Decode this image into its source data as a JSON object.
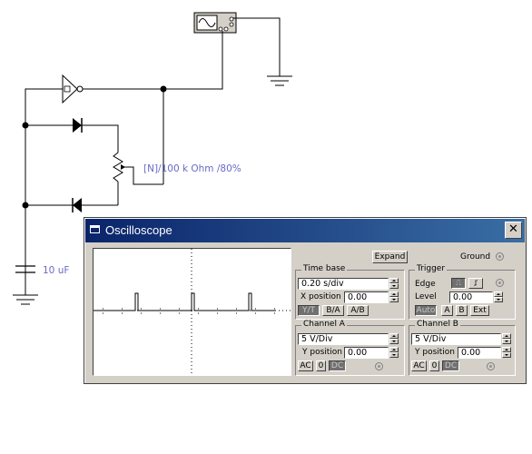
{
  "schematic": {
    "potentiometer_label": "[N]/100 k Ohm /80%",
    "capacitor_label": "10 uF"
  },
  "window": {
    "title": "Oscilloscope",
    "close_glyph": "✕",
    "expand_label": "Expand",
    "ground_label": "Ground",
    "timebase": {
      "title": "Time base",
      "value": "0.20 s/div",
      "xpos_label": "X position",
      "xpos_value": "0.00",
      "yt_label": "Y/T",
      "ba_label": "B/A",
      "ab_label": "A/B"
    },
    "trigger": {
      "title": "Trigger",
      "edge_label": "Edge",
      "level_label": "Level",
      "level_value": "0.00",
      "auto_label": "Auto",
      "a_label": "A",
      "b_label": "B",
      "ext_label": "Ext"
    },
    "channel_a": {
      "title": "Channel A",
      "value": "5  V/Div",
      "ypos_label": "Y position",
      "ypos_value": "0.00",
      "ac_label": "AC",
      "zero_label": "0",
      "dc_label": "DC"
    },
    "channel_b": {
      "title": "Channel B",
      "value": "5  V/Div",
      "ypos_label": "Y position",
      "ypos_value": "0.00",
      "ac_label": "AC",
      "zero_label": "0",
      "dc_label": "DC"
    }
  },
  "colors": {
    "wire": "#000000",
    "label": "#6a6ac8",
    "title_bar_start": "#0a246a",
    "title_bar_end": "#3a6ea5",
    "close_button": "#d4d0c8"
  },
  "icons": [
    "oscilloscope-instrument-icon",
    "ground-symbol-icon",
    "inverter-icon",
    "diode-icon",
    "potentiometer-icon",
    "capacitor-icon",
    "window-icon",
    "close-icon",
    "spin-up-icon",
    "spin-down-icon",
    "edge-rise-icon",
    "edge-fall-icon"
  ]
}
